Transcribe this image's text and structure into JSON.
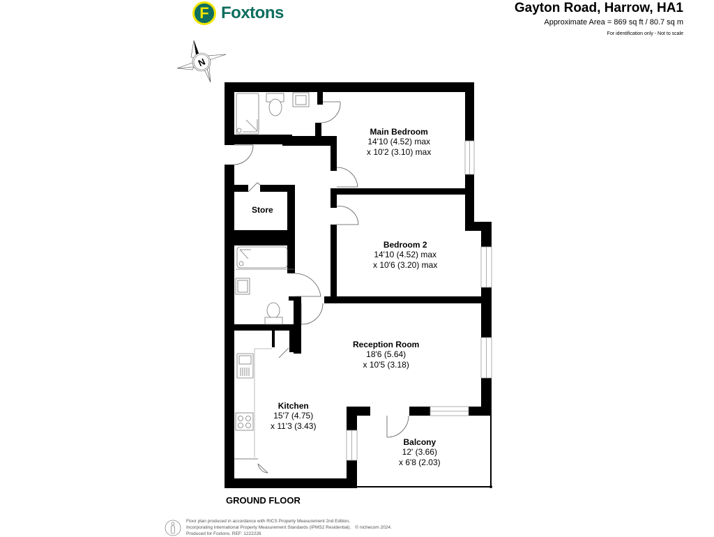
{
  "brand": {
    "logo_letter": "F",
    "name": "Foxtons",
    "color_primary": "#0f6e5e",
    "color_accent": "#f2e400"
  },
  "header": {
    "title": "Gayton Road, Harrow, HA1",
    "area": "Approximate Area = 869 sq ft / 80.7 sq m",
    "disclaimer": "For identification only - Not to scale"
  },
  "compass": {
    "icon": "north-compass-icon",
    "letter": "N"
  },
  "rooms": {
    "main_bedroom": {
      "name": "Main Bedroom",
      "dim1": "14'10 (4.52) max",
      "dim2": "x 10'2 (3.10) max"
    },
    "bedroom_2": {
      "name": "Bedroom 2",
      "dim1": "14'10 (4.52) max",
      "dim2": "x 10'6 (3.20) max"
    },
    "store": {
      "name": "Store"
    },
    "reception": {
      "name": "Reception Room",
      "dim1": "18'6 (5.64)",
      "dim2": "x 10'5 (3.18)"
    },
    "kitchen": {
      "name": "Kitchen",
      "dim1": "15'7 (4.75)",
      "dim2": "x 11'3 (3.43)"
    },
    "balcony": {
      "name": "Balcony",
      "dim1": "12' (3.66)",
      "dim2": "x 6'8 (2.03)"
    }
  },
  "floor_label": "GROUND FLOOR",
  "footer": {
    "icon": "person-icon",
    "line1": "Floor plan produced in accordance with RICS Property Measurement 2nd Edition,",
    "line2": "Incorporating International Property Measurement Standards (IPMS2 Residential).",
    "copyright": "© nichecom 2024.",
    "line3": "Produced for Foxtons.   REF: 1222226"
  }
}
